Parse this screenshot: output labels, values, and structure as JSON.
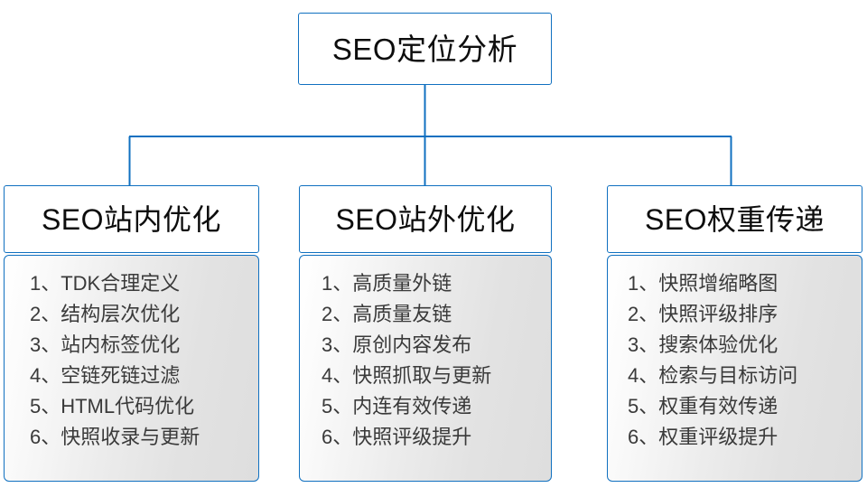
{
  "diagram": {
    "type": "hierarchy",
    "accent_color": "#1070c0",
    "title_text_color": "#0d0d0d",
    "item_text_color": "#3a3a3a",
    "background_color": "#ffffff",
    "root": {
      "label": "SEO定位分析"
    },
    "branches": [
      {
        "label": "SEO站内优化",
        "items": [
          "1、TDK合理定义",
          "2、结构层次优化",
          "3、站内标签优化",
          "4、空链死链过滤",
          "5、HTML代码优化",
          "6、快照收录与更新"
        ]
      },
      {
        "label": "SEO站外优化",
        "items": [
          "1、高质量外链",
          "2、高质量友链",
          "3、原创内容发布",
          "4、快照抓取与更新",
          "5、内连有效传递",
          "6、快照评级提升"
        ]
      },
      {
        "label": "SEO权重传递",
        "items": [
          "1、快照增缩略图",
          "2、快照评级排序",
          "3、搜索体验优化",
          "4、检索与目标访问",
          "5、权重有效传递",
          "6、权重评级提升"
        ]
      }
    ]
  }
}
